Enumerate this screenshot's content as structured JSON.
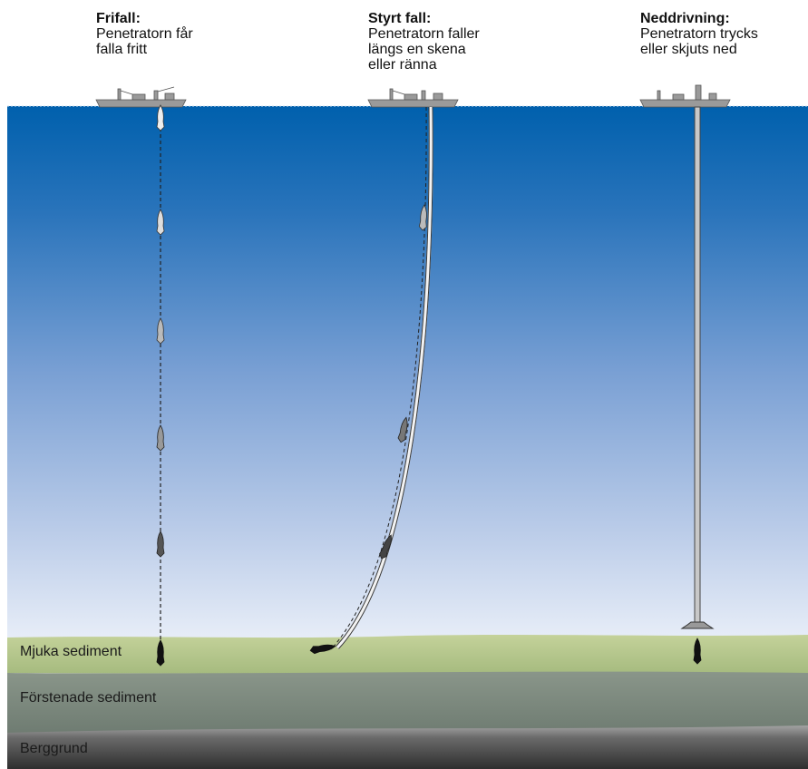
{
  "methods": [
    {
      "title": "Frifall:",
      "description": "Penetratorn får\nfalla fritt"
    },
    {
      "title": "Styrt fall:",
      "description": "Penetratorn faller\nlängs en skena\neller ränna"
    },
    {
      "title": "Neddrivning:",
      "description": "Penetratorn trycks\neller skjuts ned"
    }
  ],
  "layers": [
    {
      "label": "Mjuka sediment"
    },
    {
      "label": "Förstenade sediment"
    },
    {
      "label": "Berggrund"
    }
  ],
  "colors": {
    "water_top": "#0060ad",
    "water_bottom": "#e8eef8",
    "soft_sediment": "#b5c889",
    "consolidated_sediment": "#7f8c80",
    "bedrock": "#4a4a4a",
    "ship": "#9a9a9a",
    "penetrator": "#1a1a1a"
  },
  "icons": [
    "ship-icon",
    "penetrator-icon",
    "rail-icon",
    "push-rod-icon"
  ]
}
